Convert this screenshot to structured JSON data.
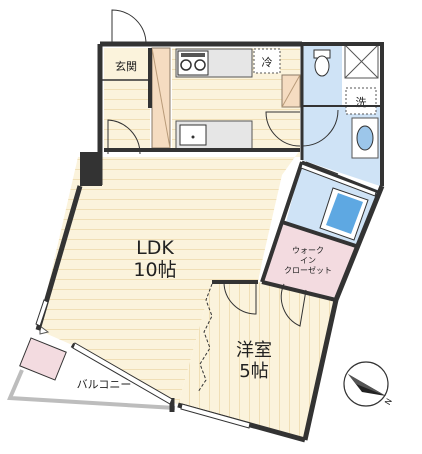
{
  "rooms": {
    "entrance": "玄関",
    "refrigerator": "冷",
    "washer": "洗",
    "walkin_closet": [
      "ウォーク",
      "イン",
      "クローゼット"
    ],
    "ldk_name": "LDK",
    "ldk_size": "10帖",
    "western_name": "洋室",
    "western_size": "5帖",
    "balcony": "バルコニー"
  },
  "compass": {
    "label": "N"
  },
  "colors": {
    "floor": "#fbf3dc",
    "plank": "#f2e2bd",
    "wall": "#333333",
    "wet_area": "#cfe3f6",
    "closet": "#f3dbe0",
    "storage": "#f5dcc1",
    "counter": "#e6e6e6",
    "balcony_rail": "#bdbdbd"
  }
}
